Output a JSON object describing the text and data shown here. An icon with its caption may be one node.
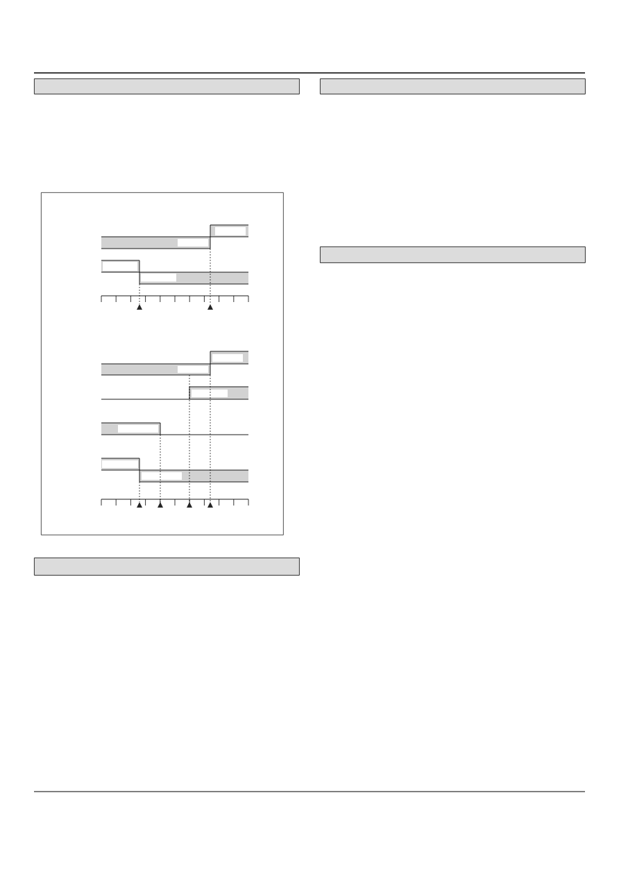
{
  "diagram": {
    "nodes": [
      {
        "text": [],
        "shape": "bar"
      },
      {
        "text": [],
        "shape": "box"
      },
      {
        "text": [],
        "shape": "bar"
      },
      {
        "text": [],
        "shape": "bar"
      },
      {
        "text": [],
        "shape": "bar"
      }
    ]
  }
}
